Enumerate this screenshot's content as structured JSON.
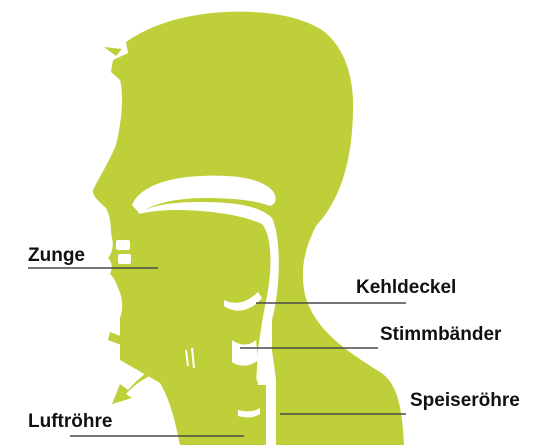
{
  "colors": {
    "silhouette": "#bfcf3a",
    "cavity": "#ffffff",
    "leader_line": "#4a4a4a",
    "label_text": "#111111"
  },
  "labels": {
    "zunge": "Zunge",
    "kehldeckel": "Kehldeckel",
    "stimmbaender": "Stimmbänder",
    "speiseroehre": "Speiseröhre",
    "luftroehre": "Luftröhre"
  }
}
